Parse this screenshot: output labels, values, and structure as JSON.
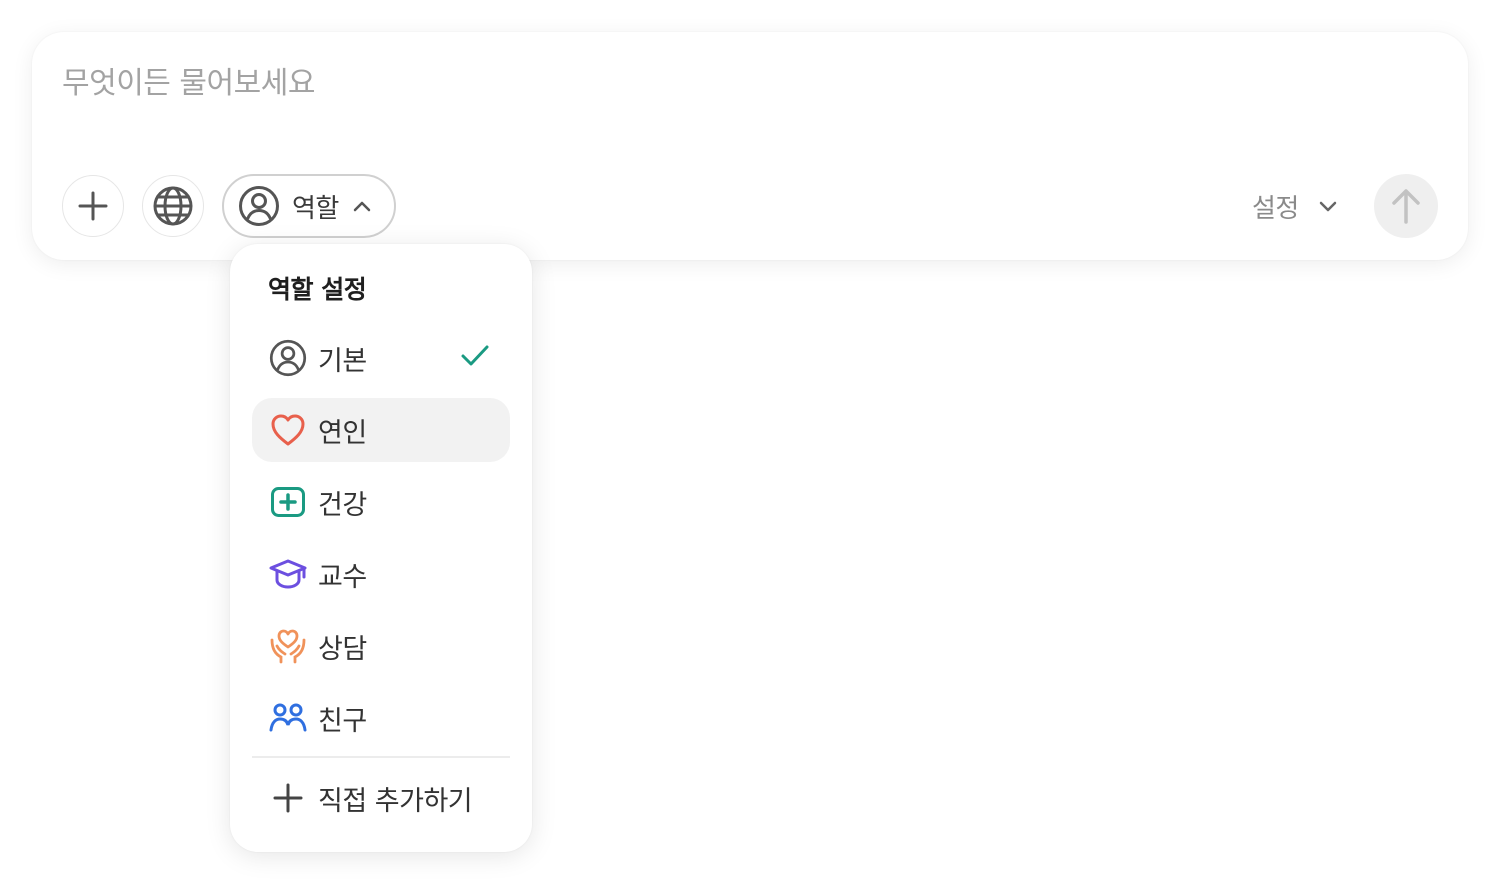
{
  "composer": {
    "placeholder": "무엇이든 물어보세요",
    "role_button_label": "역할",
    "settings_label": "설정"
  },
  "role_menu": {
    "title": "역할 설정",
    "items": [
      {
        "label": "기본",
        "icon": "user-circle-icon",
        "selected": true
      },
      {
        "label": "연인",
        "icon": "heart-icon",
        "hovered": true
      },
      {
        "label": "건강",
        "icon": "medical-plus-icon"
      },
      {
        "label": "교수",
        "icon": "graduation-cap-icon"
      },
      {
        "label": "상담",
        "icon": "caring-hands-icon"
      },
      {
        "label": "친구",
        "icon": "friends-icon"
      }
    ],
    "add_label": "직접 추가하기"
  },
  "colors": {
    "check": "#1a9a82",
    "heart": "#e8604c",
    "health": "#1a9a82",
    "professor": "#6c4fe0",
    "counsel": "#f0925a",
    "friend": "#2f6fe0"
  }
}
